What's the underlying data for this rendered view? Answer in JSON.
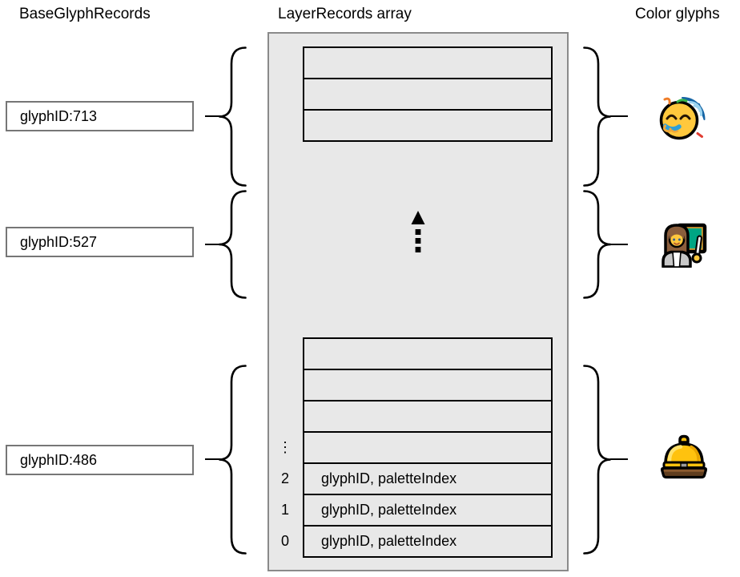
{
  "titles": {
    "base_glyph_records": "BaseGlyphRecords",
    "layer_records": "LayerRecords array",
    "color_glyphs": "Color glyphs"
  },
  "base_glyph_records": [
    {
      "label": "glyphID:713"
    },
    {
      "label": "glyphID:527"
    },
    {
      "label": "glyphID:486"
    }
  ],
  "layer_records": {
    "top_group_row_count": 3,
    "ellipsis_arrow": "dashed-up-arrow",
    "bottom_rows": [
      {
        "index": "",
        "text": ""
      },
      {
        "index": "",
        "text": ""
      },
      {
        "index": "",
        "text": ""
      },
      {
        "index": "⋮",
        "text": ""
      },
      {
        "index": "2",
        "text": "glyphID, paletteIndex"
      },
      {
        "index": "1",
        "text": "glyphID, paletteIndex"
      },
      {
        "index": "0",
        "text": "glyphID, paletteIndex"
      }
    ]
  },
  "color_glyphs": [
    {
      "name": "partying-face"
    },
    {
      "name": "woman-teacher"
    },
    {
      "name": "bellhop-bell"
    }
  ],
  "colors": {
    "background": "#ffffff",
    "panel_fill": "#e8e8e8",
    "panel_border": "#8a8a8a",
    "row_border": "#000000",
    "record_box_border": "#767676",
    "text": "#000000",
    "emoji_yellow": "#ffc83d",
    "emoji_blue": "#2d9fd8",
    "emoji_teal_board": "#00a583",
    "emoji_gold": "#ffc20e",
    "emoji_brown": "#5f3d1e"
  }
}
